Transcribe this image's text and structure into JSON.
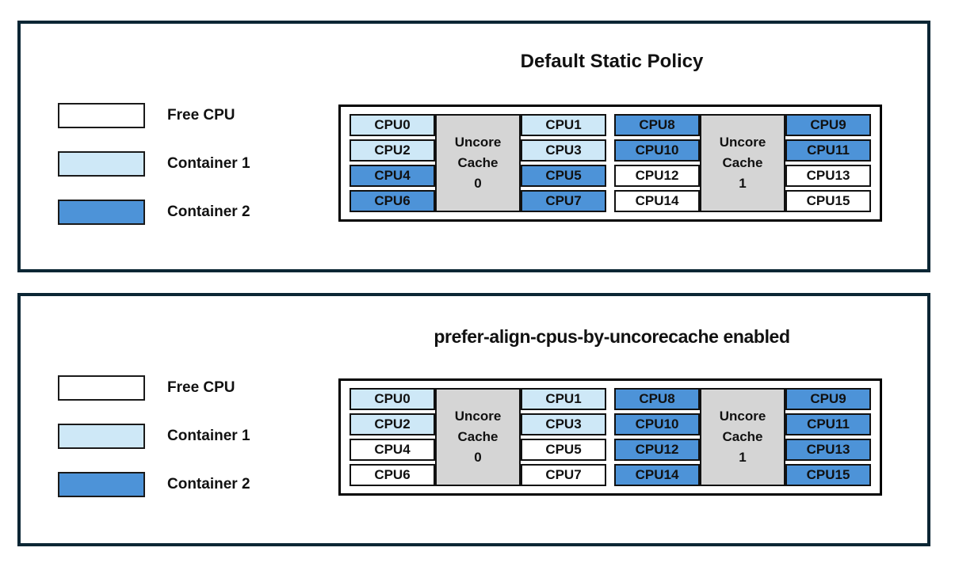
{
  "colors": {
    "free": "#FFFFFF",
    "container1": "#CEE8F7",
    "container2": "#4D93D8",
    "cache_fill": "#D5D5D5",
    "panel_border": "#0B2634"
  },
  "legend": {
    "items": [
      {
        "label": "Free CPU",
        "state": "free"
      },
      {
        "label": "Container 1",
        "state": "container1"
      },
      {
        "label": "Container 2",
        "state": "container2"
      }
    ]
  },
  "panels": [
    {
      "title": "Default Static Policy",
      "groups": [
        {
          "cache": {
            "lines": [
              "Uncore",
              "Cache",
              "0"
            ]
          },
          "left": [
            {
              "label": "CPU0",
              "state": "container1"
            },
            {
              "label": "CPU2",
              "state": "container1"
            },
            {
              "label": "CPU4",
              "state": "container2"
            },
            {
              "label": "CPU6",
              "state": "container2"
            }
          ],
          "right": [
            {
              "label": "CPU1",
              "state": "container1"
            },
            {
              "label": "CPU3",
              "state": "container1"
            },
            {
              "label": "CPU5",
              "state": "container2"
            },
            {
              "label": "CPU7",
              "state": "container2"
            }
          ]
        },
        {
          "cache": {
            "lines": [
              "Uncore",
              "Cache",
              "1"
            ]
          },
          "left": [
            {
              "label": "CPU8",
              "state": "container2"
            },
            {
              "label": "CPU10",
              "state": "container2"
            },
            {
              "label": "CPU12",
              "state": "free"
            },
            {
              "label": "CPU14",
              "state": "free"
            }
          ],
          "right": [
            {
              "label": "CPU9",
              "state": "container2"
            },
            {
              "label": "CPU11",
              "state": "container2"
            },
            {
              "label": "CPU13",
              "state": "free"
            },
            {
              "label": "CPU15",
              "state": "free"
            }
          ]
        }
      ]
    },
    {
      "title": "prefer-align-cpus-by-uncorecache enabled",
      "groups": [
        {
          "cache": {
            "lines": [
              "Uncore",
              "Cache",
              "0"
            ]
          },
          "left": [
            {
              "label": "CPU0",
              "state": "container1"
            },
            {
              "label": "CPU2",
              "state": "container1"
            },
            {
              "label": "CPU4",
              "state": "free"
            },
            {
              "label": "CPU6",
              "state": "free"
            }
          ],
          "right": [
            {
              "label": "CPU1",
              "state": "container1"
            },
            {
              "label": "CPU3",
              "state": "container1"
            },
            {
              "label": "CPU5",
              "state": "free"
            },
            {
              "label": "CPU7",
              "state": "free"
            }
          ]
        },
        {
          "cache": {
            "lines": [
              "Uncore",
              "Cache",
              "1"
            ]
          },
          "left": [
            {
              "label": "CPU8",
              "state": "container2"
            },
            {
              "label": "CPU10",
              "state": "container2"
            },
            {
              "label": "CPU12",
              "state": "container2"
            },
            {
              "label": "CPU14",
              "state": "container2"
            }
          ],
          "right": [
            {
              "label": "CPU9",
              "state": "container2"
            },
            {
              "label": "CPU11",
              "state": "container2"
            },
            {
              "label": "CPU13",
              "state": "container2"
            },
            {
              "label": "CPU15",
              "state": "container2"
            }
          ]
        }
      ]
    }
  ]
}
